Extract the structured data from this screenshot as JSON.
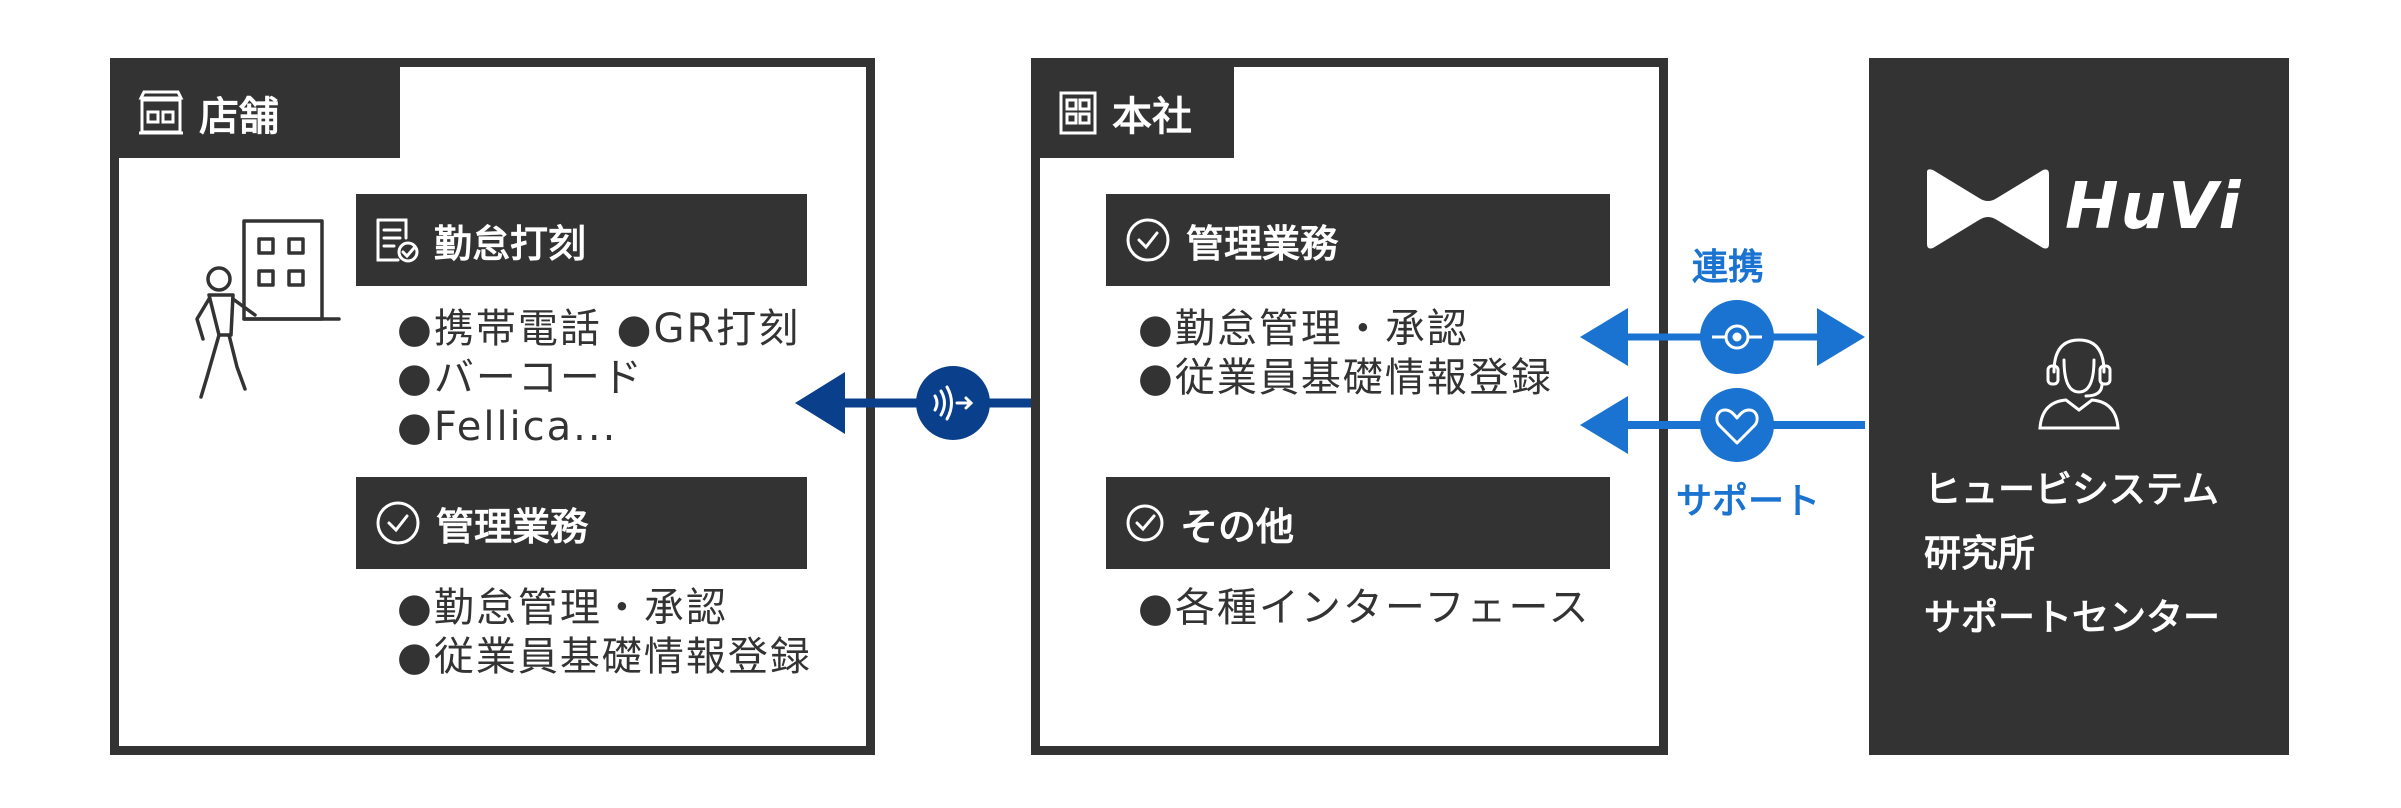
{
  "store": {
    "tag": "店舗",
    "attendance": {
      "title": "勤怠打刻",
      "items": [
        "●携帯電話 ●GR打刻",
        "●バーコード",
        "●Fellica..."
      ]
    },
    "management": {
      "title": "管理業務",
      "items": [
        "●勤怠管理・承認",
        "●従業員基礎情報登録"
      ]
    }
  },
  "hq": {
    "tag": "本社",
    "management": {
      "title": "管理業務",
      "items": [
        "●勤怠管理・承認",
        "●従業員基礎情報登録"
      ]
    },
    "other": {
      "title": "その他",
      "items": [
        "●各種インターフェース"
      ]
    }
  },
  "links": {
    "cooperation": "連携",
    "support": "サポート"
  },
  "huvi": {
    "logo": "HuVi",
    "lines": [
      "ヒュービシステム",
      "研究所",
      "サポートセンター"
    ]
  },
  "colors": {
    "dark": "#333333",
    "navy": "#0a3f8c",
    "blue": "#1a73d1"
  }
}
